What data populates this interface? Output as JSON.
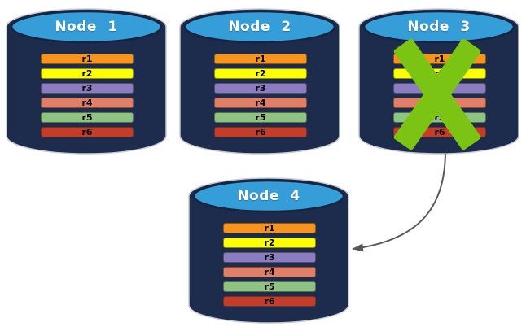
{
  "nodes": [
    {
      "title": "Node 1",
      "failed": false
    },
    {
      "title": "Node 2",
      "failed": false
    },
    {
      "title": "Node 3",
      "failed": true
    },
    {
      "title": "Node 4",
      "failed": false
    }
  ],
  "records": [
    {
      "label": "r1",
      "color": "#F7941E"
    },
    {
      "label": "r2",
      "color": "#FBFF00"
    },
    {
      "label": "r3",
      "color": "#8C7DC1"
    },
    {
      "label": "r4",
      "color": "#E07E68"
    },
    {
      "label": "r5",
      "color": "#8EC481"
    },
    {
      "label": "r6",
      "color": "#C63C2B"
    }
  ],
  "arrow": {
    "from": "Node 3",
    "to": "Node 4"
  },
  "colors": {
    "background": "#FFFFFF",
    "cylinder_body": "#1D2B4D",
    "cylinder_top": "#359DD8",
    "cylinder_outline": "#C5CAD4",
    "cylinder_top_outline": "#152441",
    "failure_cross": "#7CC413",
    "arrow": "#595959",
    "record_text": "#000000",
    "title_text": "#FFFFFF"
  }
}
